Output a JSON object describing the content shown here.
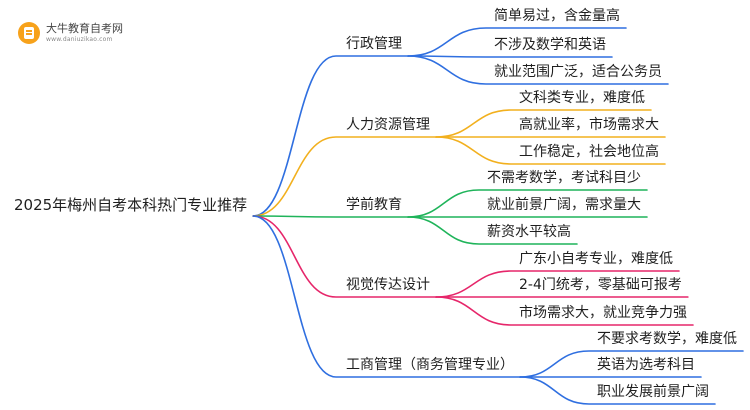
{
  "logo": {
    "title": "大牛教育自考网",
    "url": "www.daniuzikao.com"
  },
  "root": {
    "text": "2025年梅州自考本科热门专业推荐"
  },
  "branches": [
    {
      "text": "行政管理",
      "color": "#2f6fe0",
      "leaves": [
        "简单易过，含金量高",
        "不涉及数学和英语",
        "就业范围广泛，适合公务员"
      ]
    },
    {
      "text": "人力资源管理",
      "color": "#f2b01e",
      "leaves": [
        "文科类专业，难度低",
        "高就业率，市场需求大",
        "工作稳定，社会地位高"
      ]
    },
    {
      "text": "学前教育",
      "color": "#1fb45a",
      "leaves": [
        "不需考数学，考试科目少",
        "就业前景广阔，需求量大",
        "薪资水平较高"
      ]
    },
    {
      "text": "视觉传达设计",
      "color": "#e6266a",
      "leaves": [
        "广东小自考专业，难度低",
        "2-4门统考，零基础可报考",
        "市场需求大，就业竞争力强"
      ]
    },
    {
      "text": "工商管理（商务管理专业）",
      "color": "#2f6fe0",
      "leaves": [
        "不要求考数学，难度低",
        "英语为选考科目",
        "职业发展前景广阔"
      ]
    }
  ]
}
